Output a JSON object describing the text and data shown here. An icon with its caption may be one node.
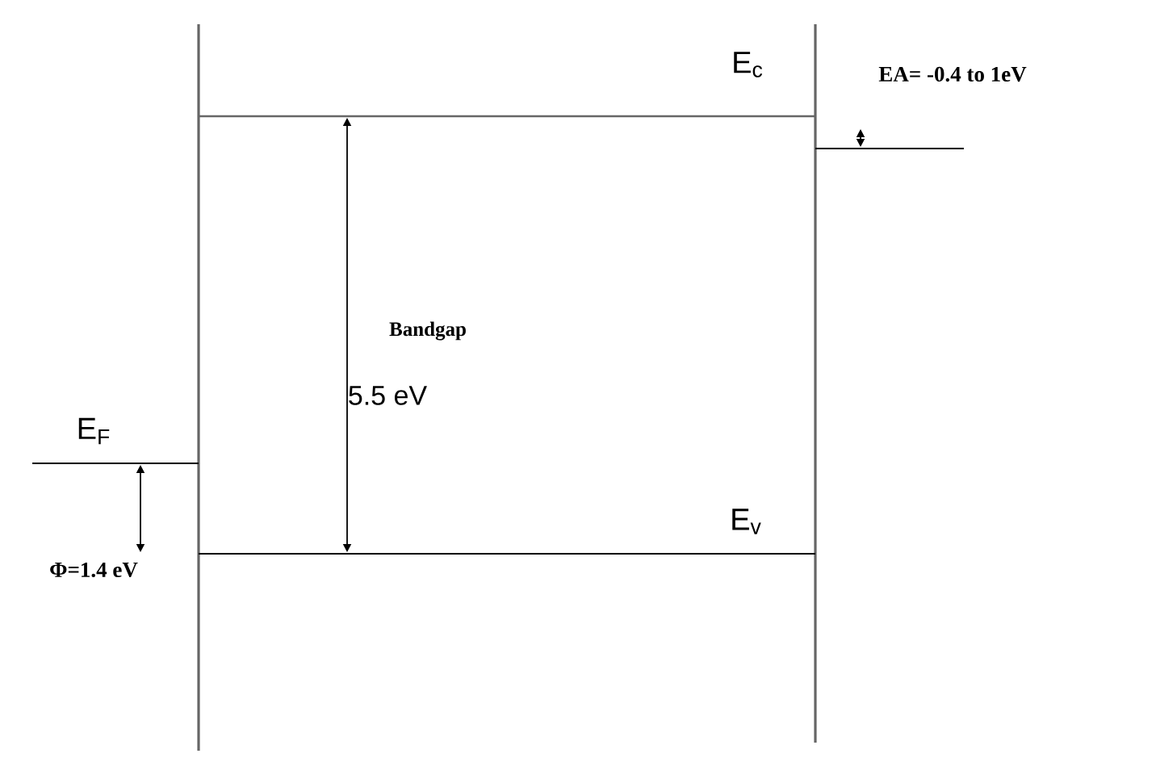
{
  "diagram": {
    "labels": [
      "E$_{c}$",
      "EA= -0.4 to 1eV",
      "Bandgap",
      "5.5 eV",
      "E$_{F}$",
      "E$_{v}$",
      "Φ=1.4 eV"
    ]
  }
}
